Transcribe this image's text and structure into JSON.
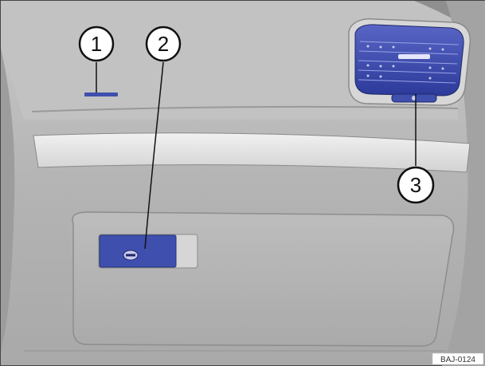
{
  "figure": {
    "callouts": [
      {
        "number": "1",
        "target": "passenger-airbag-marking"
      },
      {
        "number": "2",
        "target": "glove-box-handle"
      },
      {
        "number": "3",
        "target": "air-vent"
      }
    ],
    "figure_code": "BAJ-0124"
  },
  "colors": {
    "dashboard": "#b6b6b6",
    "highlight": "#3f4fae",
    "callout_fill": "#ffffff",
    "outline": "#111111"
  }
}
